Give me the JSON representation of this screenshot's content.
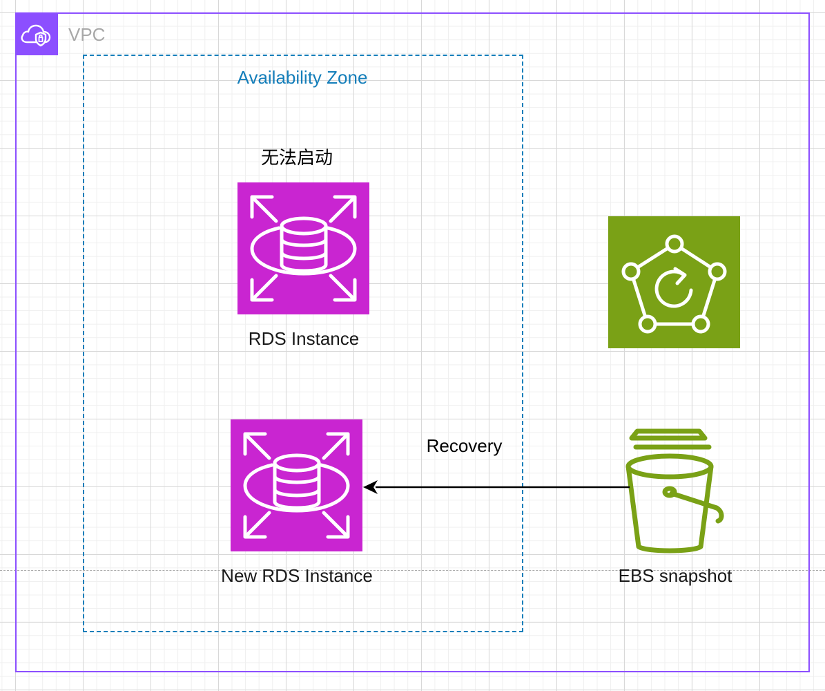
{
  "vpc": {
    "label": "VPC",
    "icon": "vpc-cloud-shield-icon",
    "border_color": "#8c4fff"
  },
  "availability_zone": {
    "label": "Availability Zone",
    "border_color": "#147eba"
  },
  "nodes": {
    "rds_instance": {
      "status": "无法启动",
      "label": "RDS Instance",
      "icon": "rds-database-icon",
      "color": "#c925d1"
    },
    "new_rds_instance": {
      "label": "New RDS Instance",
      "icon": "rds-database-icon",
      "color": "#c925d1"
    },
    "backup_service": {
      "icon": "backup-recovery-icon",
      "color": "#7aa116"
    },
    "ebs_snapshot": {
      "label": "EBS snapshot",
      "icon": "bucket-icon",
      "color": "#7aa116"
    }
  },
  "edges": [
    {
      "from": "ebs_snapshot",
      "to": "new_rds_instance",
      "label": "Recovery"
    }
  ]
}
